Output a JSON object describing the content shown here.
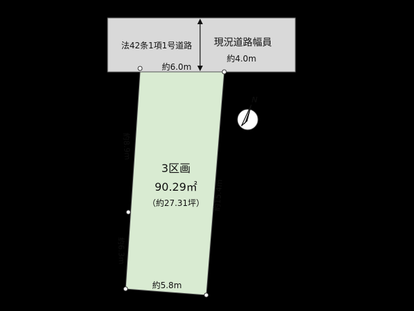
{
  "road": {
    "legal_label": "法42条1項1号道路",
    "width_title": "現況道路幅員",
    "width_value": "約4.0m",
    "colors": {
      "fill": "#d9d9d9",
      "stroke": "#6f6f6f"
    }
  },
  "lot": {
    "name": "3区画",
    "area": "90.29㎡",
    "area_tsubo": "（約27.31坪）",
    "colors": {
      "fill": "#d9ebd2",
      "stroke": "#555555"
    },
    "dimensions": {
      "top": "約6.0m",
      "bottom": "約5.8m",
      "left_upper": "約8.9m",
      "left_lower": "約6.3m",
      "right": "約15.4m"
    }
  },
  "north": {
    "label": "N"
  }
}
